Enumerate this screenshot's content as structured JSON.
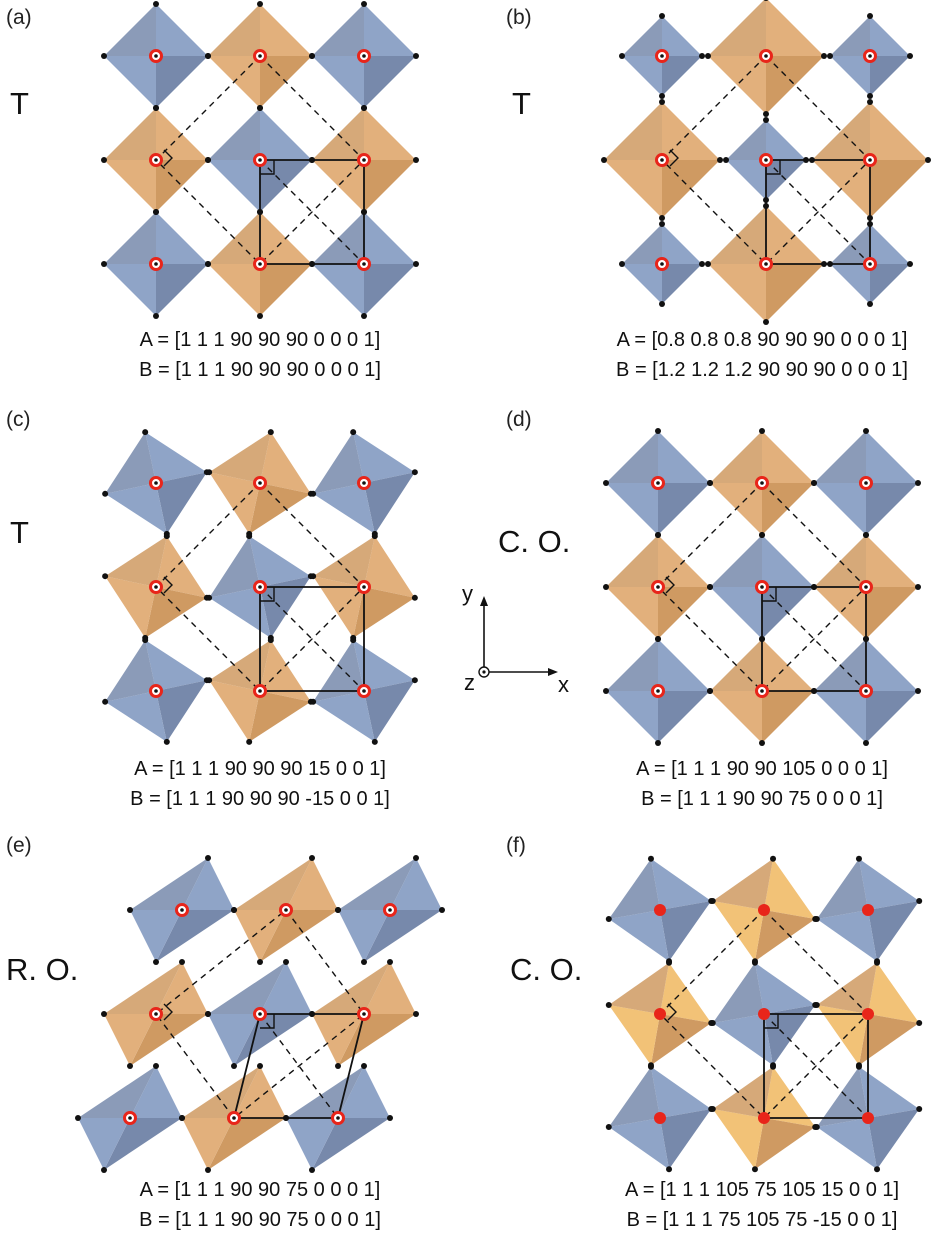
{
  "figure": {
    "colors": {
      "blue_octahedron": "#8fa4c7",
      "blue_octahedron_dark": "#7789ab",
      "orange_octahedron": "#e2b07c",
      "orange_octahedron_dark": "#cf9a62",
      "yellow_octahedron": "#f2c277",
      "b_site_ring": "#e8251a",
      "apex_atom": "#111111"
    },
    "axes": {
      "y_label": "y",
      "x_label": "x",
      "z_label": "z"
    },
    "panels": [
      {
        "id": "a",
        "label": "(a)",
        "phase": "T",
        "line_a": "A = [1  1  1 90  90  90  0  0  0  1]",
        "line_b": "B = [1  1  1 90  90  90  0  0  0  1]"
      },
      {
        "id": "b",
        "label": "(b)",
        "phase": "T",
        "line_a": "A = [0.8  0.8  0.8  90  90  90  0  0  0  1]",
        "line_b": "B = [1.2  1.2  1.2  90  90  90  0  0  0  1]"
      },
      {
        "id": "c",
        "label": "(c)",
        "phase": "T",
        "line_a": "A = [1  1  1 90  90  90    15  0  0  1]",
        "line_b": "B = [1  1  1 90  90  90  -15  0  0  1]"
      },
      {
        "id": "d",
        "label": "(d)",
        "phase": "C. O.",
        "line_a": "A = [1  1  1 90  90  105  0  0  0  1]",
        "line_b": "B = [1  1  1 90  90     75  0  0  0  1]"
      },
      {
        "id": "e",
        "label": "(e)",
        "phase": "R. O.",
        "line_a": "A = [1  1  1 90  90  75  0  0  0  1]",
        "line_b": "B = [1  1  1 90  90  75  0  0  0  1]"
      },
      {
        "id": "f",
        "label": "(f)",
        "phase": "C. O.",
        "line_a": "A = [1  1  1  105  75  105  15    0  0  1]",
        "line_b": "B = [1  1  1  75    105  75  -15   0  0  1]"
      }
    ]
  }
}
